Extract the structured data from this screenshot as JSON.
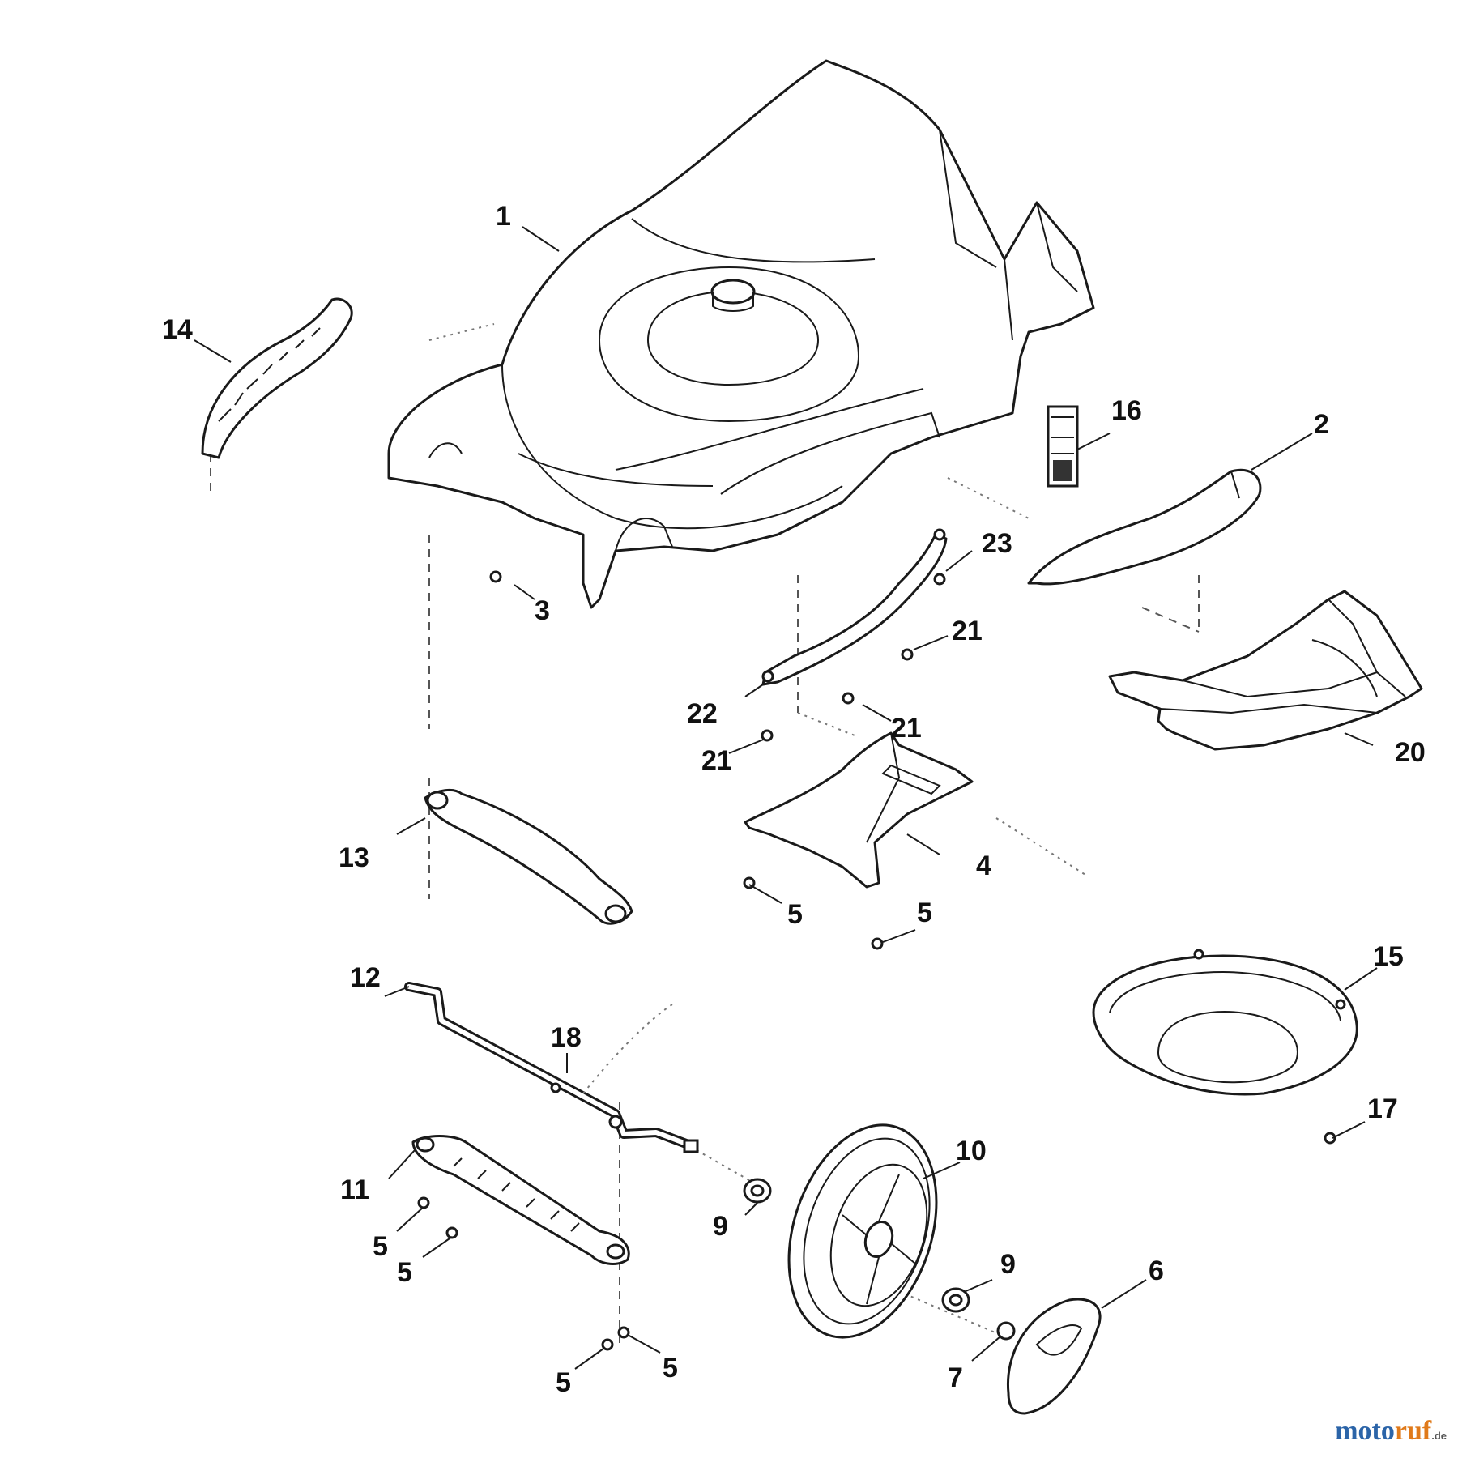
{
  "callouts": {
    "c1": "1",
    "c2": "2",
    "c3": "3",
    "c4": "4",
    "c5a": "5",
    "c5b": "5",
    "c5c": "5",
    "c5d": "5",
    "c5e": "5",
    "c5f": "5",
    "c6": "6",
    "c7": "7",
    "c9a": "9",
    "c9b": "9",
    "c10": "10",
    "c11": "11",
    "c12": "12",
    "c13": "13",
    "c14": "14",
    "c15": "15",
    "c16": "16",
    "c17": "17",
    "c18": "18",
    "c20": "20",
    "c21a": "21",
    "c21b": "21",
    "c21c": "21",
    "c22": "22",
    "c23": "23"
  },
  "watermark": {
    "part1": "moto",
    "part2": "ruf",
    "tld": ".de"
  }
}
